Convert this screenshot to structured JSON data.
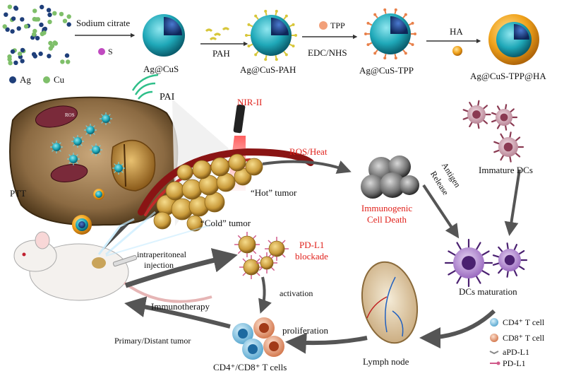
{
  "colors": {
    "accent_red": "#e0201a",
    "ag_blue": "#1f3f7a",
    "cu_green": "#7fbf6a",
    "sulfur_purple": "#c04ac0",
    "shell_teal": "#1fa8b8",
    "ha_orange": "#f0a21a",
    "tumor_gold": "#c99a3a",
    "arrow_gray": "#555555"
  },
  "synthesis": {
    "sodium_citrate": "Sodium citrate",
    "s_label": "S",
    "ag_label": "Ag",
    "cu_label": "Cu",
    "step1_product": "Ag@CuS",
    "pah": "PAH",
    "step2_product": "Ag@CuS-PAH",
    "tpp": "TPP",
    "edc_nhs": "EDC/NHS",
    "step3_product": "Ag@CuS-TPP",
    "ha": "HA",
    "final_product": "Ag@CuS-TPP@HA"
  },
  "cell": {
    "pai": "PAI",
    "ptt": "PTT",
    "ros": "ROS"
  },
  "tumor": {
    "nir": "NIR-II",
    "ros_heat": "ROS/Heat",
    "hot": "“Hot” tumor",
    "cold": "“Cold” tumor"
  },
  "icd": {
    "line1": "Immunogenic",
    "line2": "Cell Death"
  },
  "dcs": {
    "immature": "Immature DCs",
    "antigen": "Antigen",
    "release": "Release",
    "maturation": "DCs maturation"
  },
  "mouse": {
    "injection_line1": "intraperitoneal",
    "injection_line2": "injection",
    "pdl1_line1": "PD-L1",
    "pdl1_line2": "blockade",
    "activation": "activation",
    "immunotherapy": "Immunotherapy",
    "primary": "Primary/Distant tumor",
    "proliferation": "proliferation",
    "tcells": "CD4⁺/CD8⁺ T cells",
    "lymph": "Lymph node"
  },
  "legend": {
    "cd4": "CD4⁺ T cell",
    "cd8": "CD8⁺ T cell",
    "apdl1": "aPD-L1",
    "pdl1": "PD-L1"
  }
}
